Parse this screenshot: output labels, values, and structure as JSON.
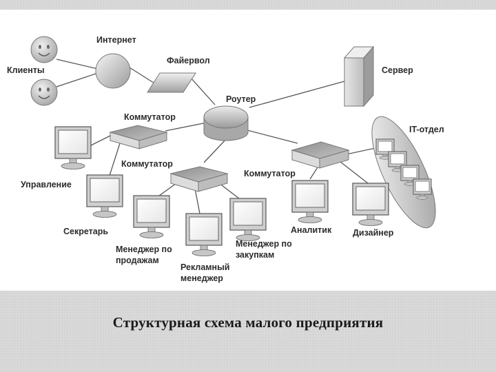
{
  "diagram": {
    "labels": {
      "clients": "Клиенты",
      "internet": "Интернет",
      "firewall": "Файервол",
      "server": "Сервер",
      "router": "Роутер",
      "switch_left": "Коммутатор",
      "switch_center": "Коммутатор",
      "switch_right": "Коммутатор",
      "it_dept": "IT-отдел",
      "management": "Управление",
      "secretary": "Секретарь",
      "sales_manager_1": "Менеджер по",
      "sales_manager_2": "продажам",
      "ad_manager_1": "Рекламный",
      "ad_manager_2": "менеджер",
      "purchase_manager_1": "Менеджер по",
      "purchase_manager_2": "закупкам",
      "analyst": "Аналитик",
      "designer": "Дизайнер"
    }
  },
  "caption": "Структурная схема малого предприятия",
  "colors": {
    "panel": "#ffffff",
    "page_background": "#d9d9d9",
    "line": "#555555"
  }
}
